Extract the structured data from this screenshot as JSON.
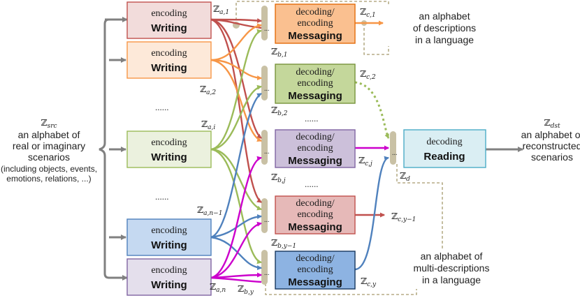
{
  "colors": {
    "arrow_gray": "#808080",
    "bar_tan": "#c9c1a5",
    "red": "#c0504d",
    "orange": "#f79646",
    "green": "#9bbb59",
    "blue": "#4f81bd",
    "magenta": "#cc00cc",
    "dashed": "#a69b6e"
  },
  "source": {
    "symbol": "ℤ",
    "sub": "src",
    "line1": "an alphabet of",
    "line2": "real or imaginary",
    "line3": "scenarios",
    "line4": "(including objects, events,",
    "line5": "emotions, relations, ...)"
  },
  "destination": {
    "symbol": "ℤ",
    "sub": "dst",
    "line1": "an alphabet of",
    "line2": "reconstructed",
    "line3": "scenarios"
  },
  "writing_boxes": [
    {
      "top": "encoding",
      "bold": "Writing",
      "fill": "#f2dcdb",
      "stroke": "#c0504d"
    },
    {
      "top": "encoding",
      "bold": "Writing",
      "fill": "#fde9d9",
      "stroke": "#f79646"
    },
    {
      "top": "encoding",
      "bold": "Writing",
      "fill": "#ebf1de",
      "stroke": "#9bbb59"
    },
    {
      "top": "encoding",
      "bold": "Writing",
      "fill": "#c5d9f1",
      "stroke": "#4f81bd"
    },
    {
      "top": "encoding",
      "bold": "Writing",
      "fill": "#e4dfec",
      "stroke": "#8064a2"
    }
  ],
  "messaging_boxes": [
    {
      "top1": "decoding/",
      "top2": "encoding",
      "bold": "Messaging",
      "fill": "#fac090",
      "stroke": "#e46c0a"
    },
    {
      "top1": "decoding/",
      "top2": "encoding",
      "bold": "Messaging",
      "fill": "#c4d79b",
      "stroke": "#77933c"
    },
    {
      "top1": "decoding/",
      "top2": "encoding",
      "bold": "Messaging",
      "fill": "#ccc0da",
      "stroke": "#8064a2"
    },
    {
      "top1": "decoding/",
      "top2": "encoding",
      "bold": "Messaging",
      "fill": "#e6b9b8",
      "stroke": "#c0504d"
    },
    {
      "top1": "decoding/",
      "top2": "encoding",
      "bold": "Messaging",
      "fill": "#8db3e2",
      "stroke": "#17375e"
    }
  ],
  "reading_box": {
    "top": "decoding",
    "bold": "Reading",
    "fill": "#daeef3",
    "stroke": "#4bacc6"
  },
  "z_labels": {
    "a1": {
      "sym": "ℤ",
      "sub": "a,1"
    },
    "a2": {
      "sym": "ℤ",
      "sub": "a,2"
    },
    "ai": {
      "sym": "ℤ",
      "sub": "a,i"
    },
    "an1": {
      "sym": "ℤ",
      "sub": "a,n−1"
    },
    "an": {
      "sym": "ℤ",
      "sub": "a,n"
    },
    "b1": {
      "sym": "ℤ",
      "sub": "b,1"
    },
    "b2": {
      "sym": "ℤ",
      "sub": "b,2"
    },
    "bj": {
      "sym": "ℤ",
      "sub": "b,j"
    },
    "by1": {
      "sym": "ℤ",
      "sub": "b,y−1"
    },
    "by": {
      "sym": "ℤ",
      "sub": "b,y"
    },
    "c1": {
      "sym": "ℤ",
      "sub": "c,1"
    },
    "c2": {
      "sym": "ℤ",
      "sub": "c,2"
    },
    "cj": {
      "sym": "ℤ",
      "sub": "c,j"
    },
    "cy1": {
      "sym": "ℤ",
      "sub": "c,y−1"
    },
    "cy": {
      "sym": "ℤ",
      "sub": "c,y"
    },
    "d": {
      "sym": "ℤ",
      "sub": "d"
    }
  },
  "annotation_top": {
    "line1": "an alphabet",
    "line2": "of descriptions",
    "line3": "in a language"
  },
  "annotation_bottom": {
    "line1": "an alphabet of",
    "line2": "multi-descriptions",
    "line3": "in a language"
  },
  "ellipsis_big": "......",
  "ellipsis_small": "..."
}
